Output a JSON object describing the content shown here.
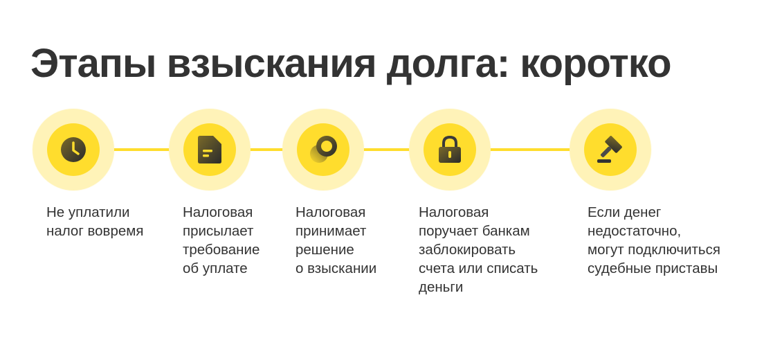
{
  "title": "Этапы взыскания долга: коротко",
  "colors": {
    "accent": "#ffdd2d",
    "halo": "#fff3b8",
    "text": "#333333"
  },
  "steps": [
    {
      "icon": "clock-icon",
      "text": "Не уплатили\nналог вовремя"
    },
    {
      "icon": "document-icon",
      "text": "Налоговая\nприсылает\nтребование\nоб уплате"
    },
    {
      "icon": "coins-icon",
      "text": "Налоговая\nпринимает\nрешение\nо взыскании"
    },
    {
      "icon": "lock-icon",
      "text": "Налоговая\nпоручает банкам\nзаблокировать\nсчета или списать\nденьги"
    },
    {
      "icon": "gavel-icon",
      "text": "Если денег\nнедостаточно,\nмогут подключиться\nсудебные приставы"
    }
  ]
}
